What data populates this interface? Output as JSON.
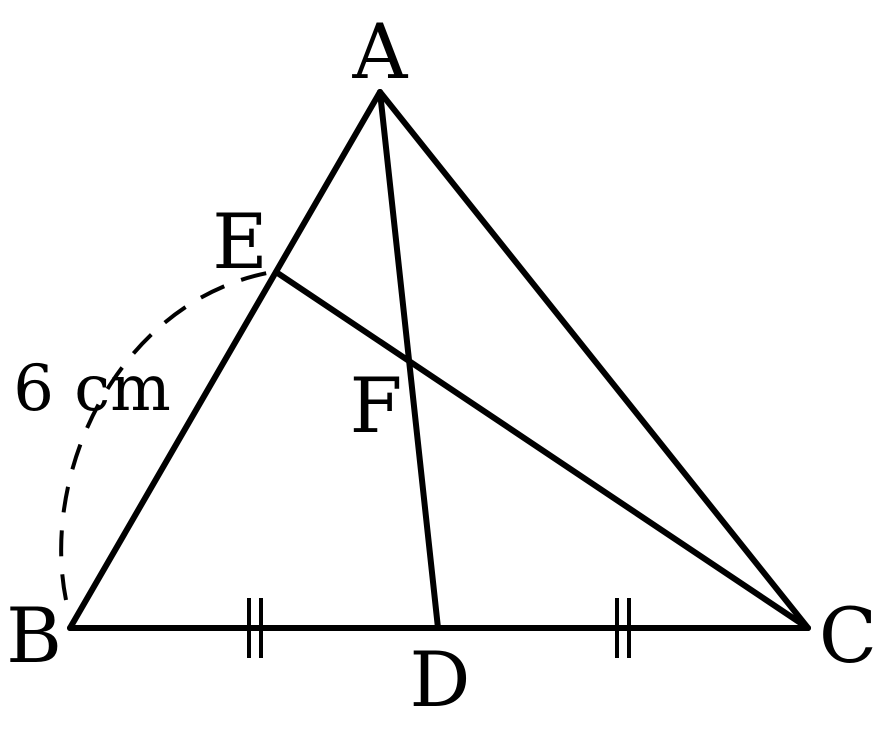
{
  "labels": {
    "A": "A",
    "B": "B",
    "C": "C",
    "D": "D",
    "E": "E",
    "F": "F"
  },
  "measure": "6 cm",
  "segments": [
    "AB",
    "BC",
    "CA",
    "AD",
    "EC"
  ],
  "equal_marks": [
    "BD",
    "DC"
  ],
  "arc": "BE"
}
